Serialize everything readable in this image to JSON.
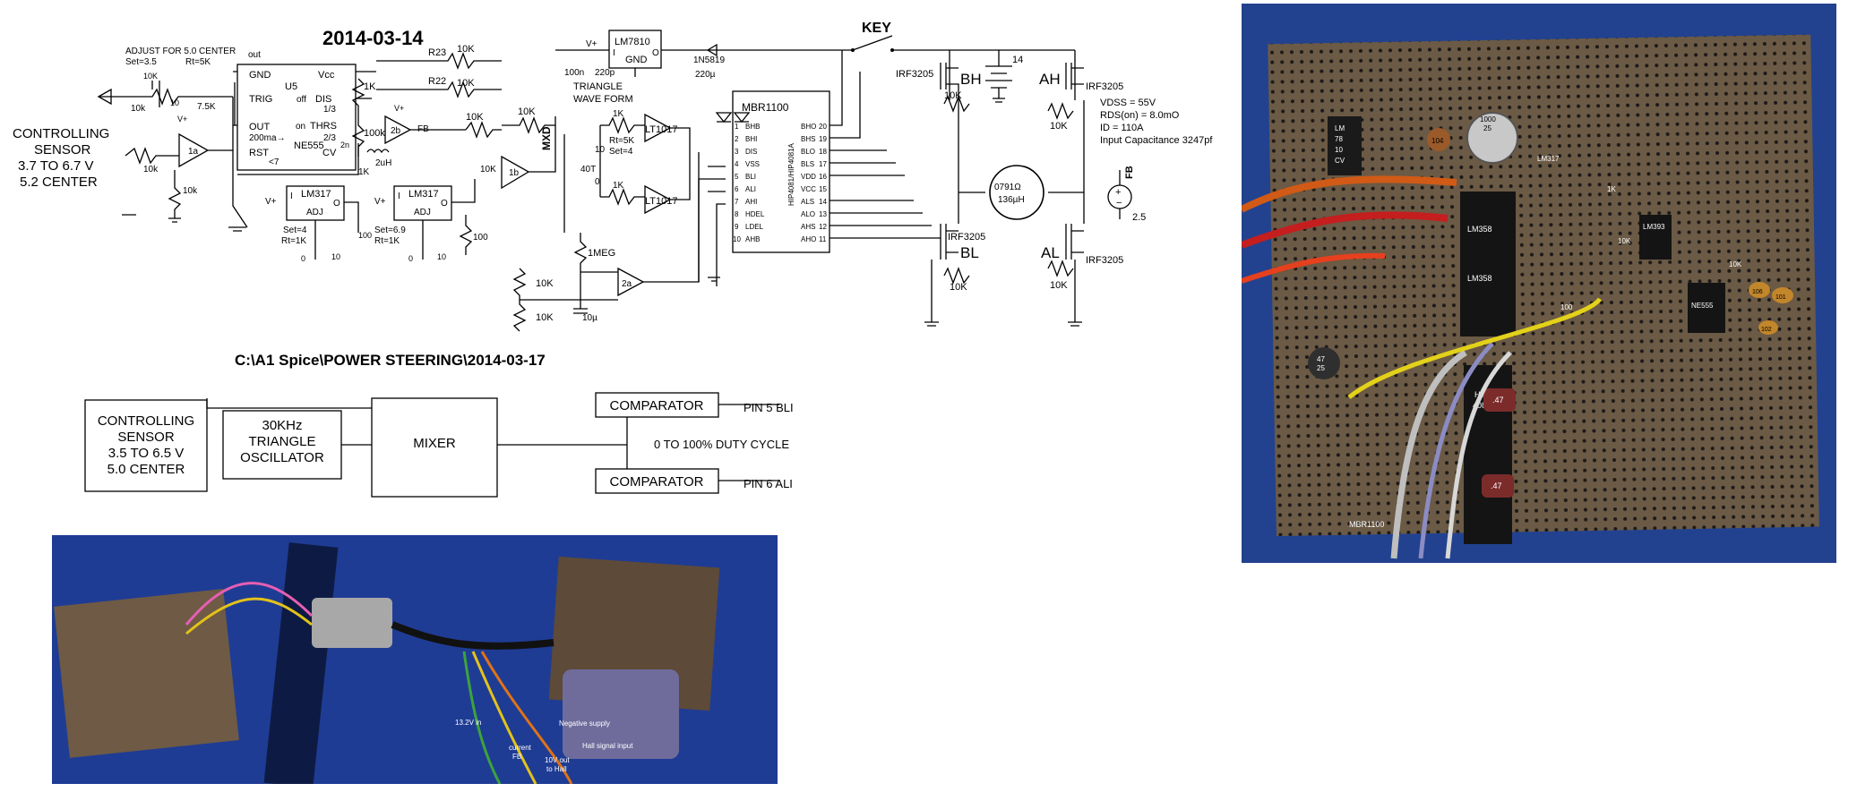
{
  "schematic": {
    "date_title": "2014-03-14",
    "path_title": "C:\\A1 Spice\\POWER STEERING\\2014-03-17",
    "adjust_note": "ADJUST FOR 5.0 CENTER",
    "set_35": "Set=3.5",
    "rt_5k": "Rt=5K",
    "sensor_lines": [
      "CONTROLLING",
      "SENSOR",
      "3.7 TO 6.7 V",
      "5.2 CENTER"
    ],
    "ne555": {
      "ref": "U5",
      "part": "NE555",
      "gnd": "GND",
      "vcc": "Vcc",
      "trig": "TRIG",
      "out": "OUT",
      "rst": "RST",
      "dis": "DIS",
      "thrs": "THRS",
      "cv": "CV",
      "off": "off",
      "on": "on",
      "third": "1/3",
      "two_thirds": "2/3",
      "current": "200ma→",
      "lt7": "<7",
      "out_top": "out"
    },
    "lm317_a": {
      "name": "LM317",
      "adj": "ADJ",
      "vp": "V+",
      "i": "I",
      "o": "O",
      "set": "Set=4",
      "rt": "Rt=1K"
    },
    "lm317_b": {
      "name": "LM317",
      "adj": "ADJ",
      "vp": "V+",
      "i": "I",
      "o": "O",
      "set": "Set=6.9",
      "rt": "Rt=1K"
    },
    "lm7810": {
      "name": "LM7810",
      "gnd": "GND",
      "vp": "V+",
      "i": "I",
      "o": "O"
    },
    "diode_1n5819": "1N5819",
    "cap_220u": "220µ",
    "cap_100n": "100n",
    "cap_220p": "220p",
    "triangle_lines": [
      "TRIANGLE",
      "WAVE FORM"
    ],
    "mbr": "MBR1100",
    "hip": {
      "name": "HIP4081/HIP4081A",
      "left_pins": [
        {
          "n": "1",
          "s": "BHB"
        },
        {
          "n": "2",
          "s": "BHI"
        },
        {
          "n": "3",
          "s": "DIS"
        },
        {
          "n": "4",
          "s": "VSS"
        },
        {
          "n": "5",
          "s": "BLI"
        },
        {
          "n": "6",
          "s": "ALI"
        },
        {
          "n": "7",
          "s": "AHI"
        },
        {
          "n": "8",
          "s": "HDEL"
        },
        {
          "n": "9",
          "s": "LDEL"
        },
        {
          "n": "10",
          "s": "AHB"
        }
      ],
      "right_pins": [
        {
          "n": "20",
          "s": "BHO"
        },
        {
          "n": "19",
          "s": "BHS"
        },
        {
          "n": "18",
          "s": "BLO"
        },
        {
          "n": "17",
          "s": "BLS"
        },
        {
          "n": "16",
          "s": "VDD"
        },
        {
          "n": "15",
          "s": "VCC"
        },
        {
          "n": "14",
          "s": "ALS"
        },
        {
          "n": "13",
          "s": "ALO"
        },
        {
          "n": "12",
          "s": "AHS"
        },
        {
          "n": "11",
          "s": "AHO"
        }
      ]
    },
    "key": "KEY",
    "irf": "IRF3205",
    "bh": "BH",
    "ah": "AH",
    "bl": "BL",
    "al": "AL",
    "batt": "14",
    "specs": [
      "VDSS = 55V",
      "RDS(on) = 8.0mO",
      "ID = 110A",
      "Input Capacitance 3247pf"
    ],
    "motor": [
      "0791Ω",
      "136µH"
    ],
    "fb": "FB",
    "fb_val": "2.5",
    "r": {
      "r10k": "10K",
      "r10k_l": "10k",
      "r7_5k": "7.5K",
      "r1k": "1K",
      "r100k": "100k",
      "r100": "100",
      "r10": "10",
      "r1meg": "1MEG",
      "r23": "R23",
      "r22": "R22",
      "r40t": "40T",
      "rt5k": "Rt=5K",
      "set4": "Set=4",
      "c10u": "10µ",
      "l2u": "2uH",
      "c2n": "2n",
      "zero": "0"
    },
    "opamp": {
      "u1a": "1a",
      "u2b": "2b",
      "u1b": "1b",
      "u2a": "2a",
      "lt1017": "LT1017",
      "vp": "V+",
      "fb": "FB",
      "mxd": "MXD"
    }
  },
  "block_diagram": {
    "sensor": [
      "CONTROLLING",
      "SENSOR",
      "3.5 TO 6.5 V",
      "5.0 CENTER"
    ],
    "osc": [
      "30KHz",
      "TRIANGLE",
      "OSCILLATOR"
    ],
    "mixer": "MIXER",
    "comp_top": "COMPARATOR",
    "comp_bottom": "COMPARATOR",
    "pin5": "PIN 5 BLI",
    "pin6": "PIN 6 ALI",
    "duty": "0 TO 100% DUTY CYCLE"
  },
  "photo_board": {
    "labels": {
      "lm7810": [
        "LM",
        "78",
        "10",
        "CV"
      ],
      "cap_cv": [
        "1000",
        "25"
      ],
      "c104": "104",
      "lm317": "LM317",
      "lm358a": "LM358",
      "lm358b": "LM358",
      "lm393": "LM393",
      "ne555": "NE555",
      "hip": [
        "HIP",
        "4081A"
      ],
      "c47a": ".47",
      "c47b": ".47",
      "r1k": "1K",
      "r10k": "10K",
      "r100": "100",
      "c106": "106",
      "c101": "101",
      "c102": "102",
      "cap_small": [
        "47",
        "25"
      ],
      "mbr": "MBR1100",
      "r10ka": "10K"
    }
  },
  "photo_bench": {
    "labels": {
      "v132": "13.2V in",
      "neg": "Negative supply",
      "hall": "Hall signal input",
      "current": [
        "current",
        "FB"
      ],
      "v10": [
        "10V out",
        "to Hall"
      ]
    }
  }
}
